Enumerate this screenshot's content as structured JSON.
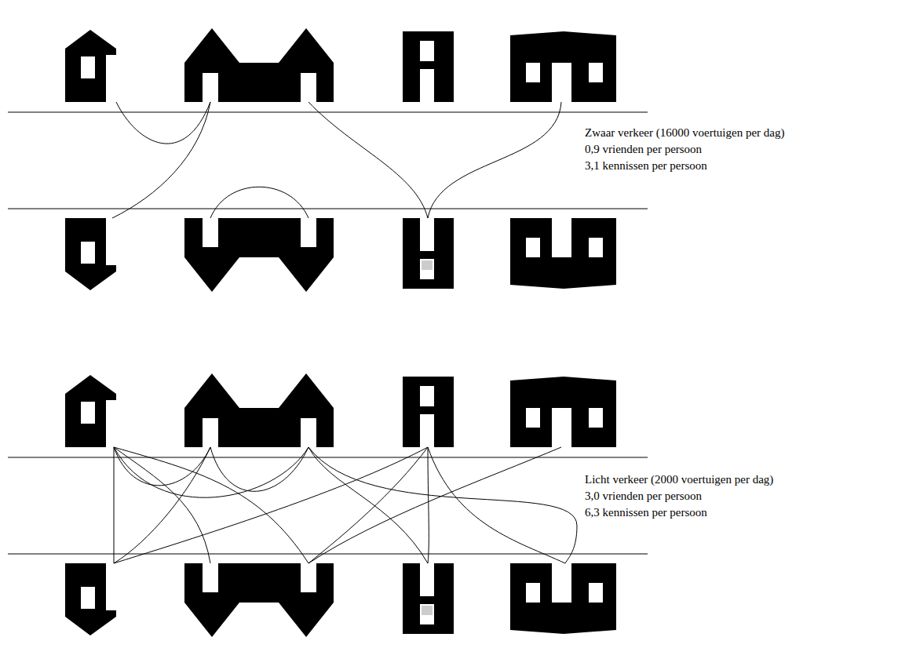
{
  "diagram": {
    "labels": [
      "Zwaar verkeer (16000 voertuigen per dag)",
      "0,9 vrienden per persoon",
      "3,1 kennissen per persoon",
      "Licht verkeer (2000 voertuigen per dag)",
      "3,0 vrienden per persoon",
      "6,3 kennissen per persoon"
    ]
  }
}
